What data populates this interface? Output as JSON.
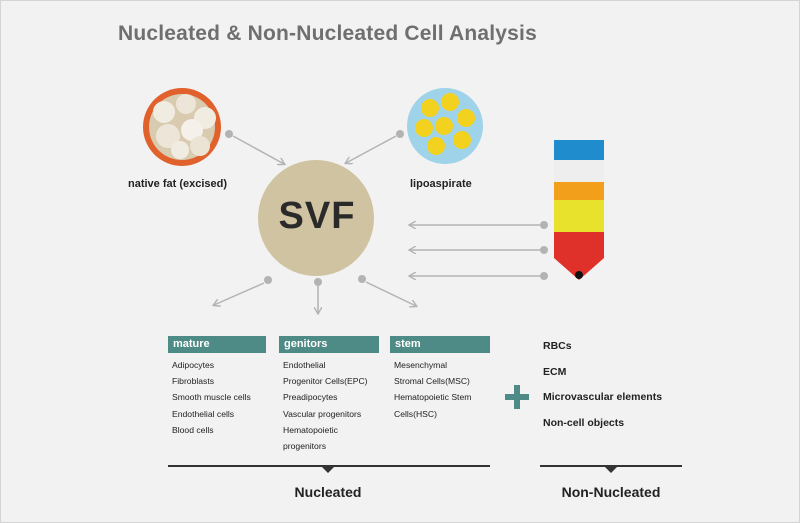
{
  "title": "Nucleated & Non-Nucleated Cell Analysis",
  "center_label": "SVF",
  "sources": {
    "native_fat": "native fat (excised)",
    "lipoaspirate": "lipoaspirate"
  },
  "categories": [
    {
      "header": "mature",
      "items": [
        "Adipocytes",
        "Fibroblasts",
        "Smooth muscle cells",
        "Endothelial cells",
        "Blood cells"
      ]
    },
    {
      "header": "genitors",
      "items": [
        "Endothelial",
        "Progenitor Cells(EPC)",
        "Preadipocytes",
        "Vascular progenitors",
        "Hematopoietic",
        "progenitors"
      ]
    },
    {
      "header": "stem",
      "items": [
        "Mesenchymal",
        "Stromal Cells(MSC)",
        "Hematopoietic Stem",
        "Cells(HSC)"
      ]
    }
  ],
  "non_nucleated_items": [
    "RBCs",
    "ECM",
    "Microvascular elements",
    "Non-cell objects"
  ],
  "bottom_labels": {
    "nucleated": "Nucleated",
    "non_nucleated": "Non-Nucleated"
  },
  "colors": {
    "teal": "#4e8a86",
    "svf_circle": "#cfc3a2",
    "fat_orange": "#e0612b",
    "lipo_blue": "#9fd3ea",
    "lipo_yellow": "#f3d21f"
  }
}
